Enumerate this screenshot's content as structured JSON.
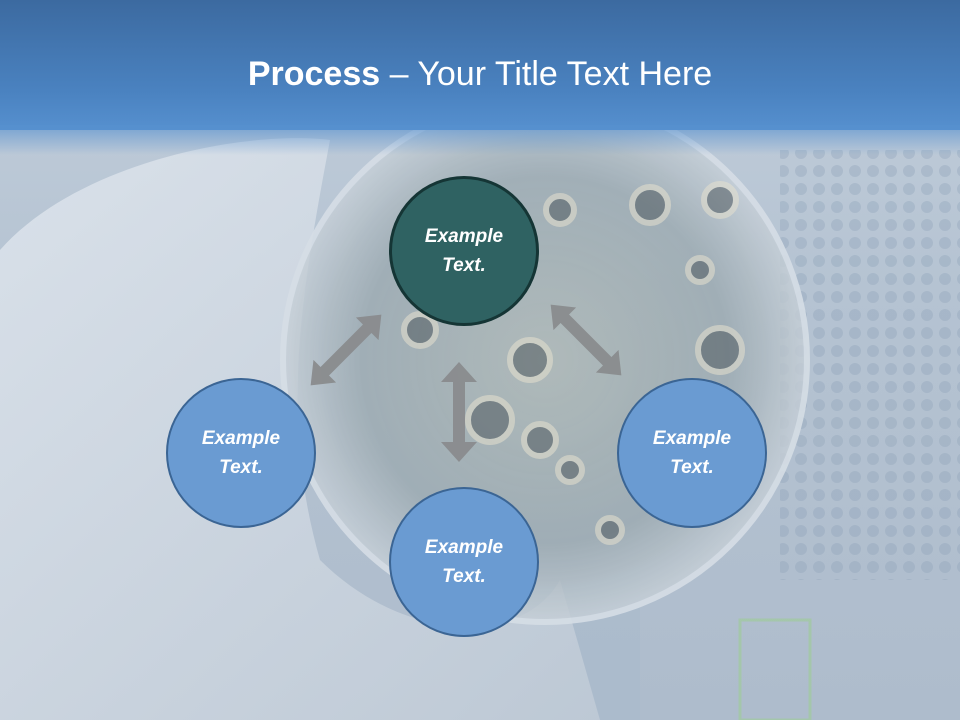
{
  "header": {
    "title_bold": "Process",
    "title_rest": " – Your Title Text Here"
  },
  "diagram": {
    "nodes": [
      {
        "label": "Example Text."
      },
      {
        "label": "Example Text."
      },
      {
        "label": "Example Text."
      },
      {
        "label": "Example Text."
      }
    ]
  },
  "colors": {
    "header": "#4a82c0",
    "center_node": "#2f6262",
    "side_node": "#6a9bd2",
    "arrow": "#888888"
  }
}
